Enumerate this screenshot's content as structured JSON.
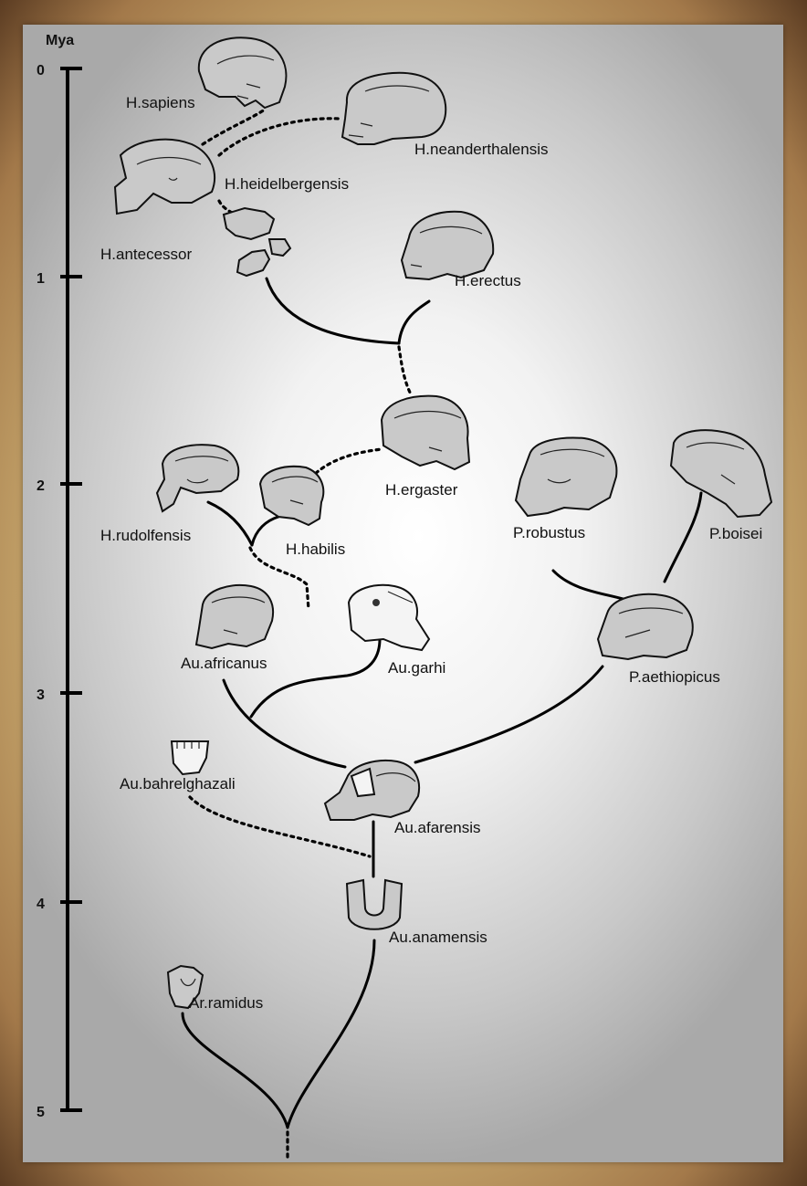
{
  "axis": {
    "unit": "Mya",
    "ticks": [
      "0",
      "1",
      "2",
      "3",
      "4",
      "5"
    ]
  },
  "species": {
    "h_sapiens": "H.sapiens",
    "h_neanderthalensis": "H.neanderthalensis",
    "h_heidelbergensis": "H.heidelbergensis",
    "h_antecessor": "H.antecessor",
    "h_erectus": "H.erectus",
    "h_ergaster": "H.ergaster",
    "h_rudolfensis": "H.rudolfensis",
    "h_habilis": "H.habilis",
    "p_robustus": "P.robustus",
    "p_boisei": "P.boisei",
    "au_africanus": "Au.africanus",
    "au_garhi": "Au.garhi",
    "p_aethiopicus": "P.aethiopicus",
    "au_bahrelghazali": "Au.bahrelghazali",
    "au_afarensis": "Au.afarensis",
    "au_anamensis": "Au.anamensis",
    "ar_ramidus": "Ar.ramidus"
  }
}
